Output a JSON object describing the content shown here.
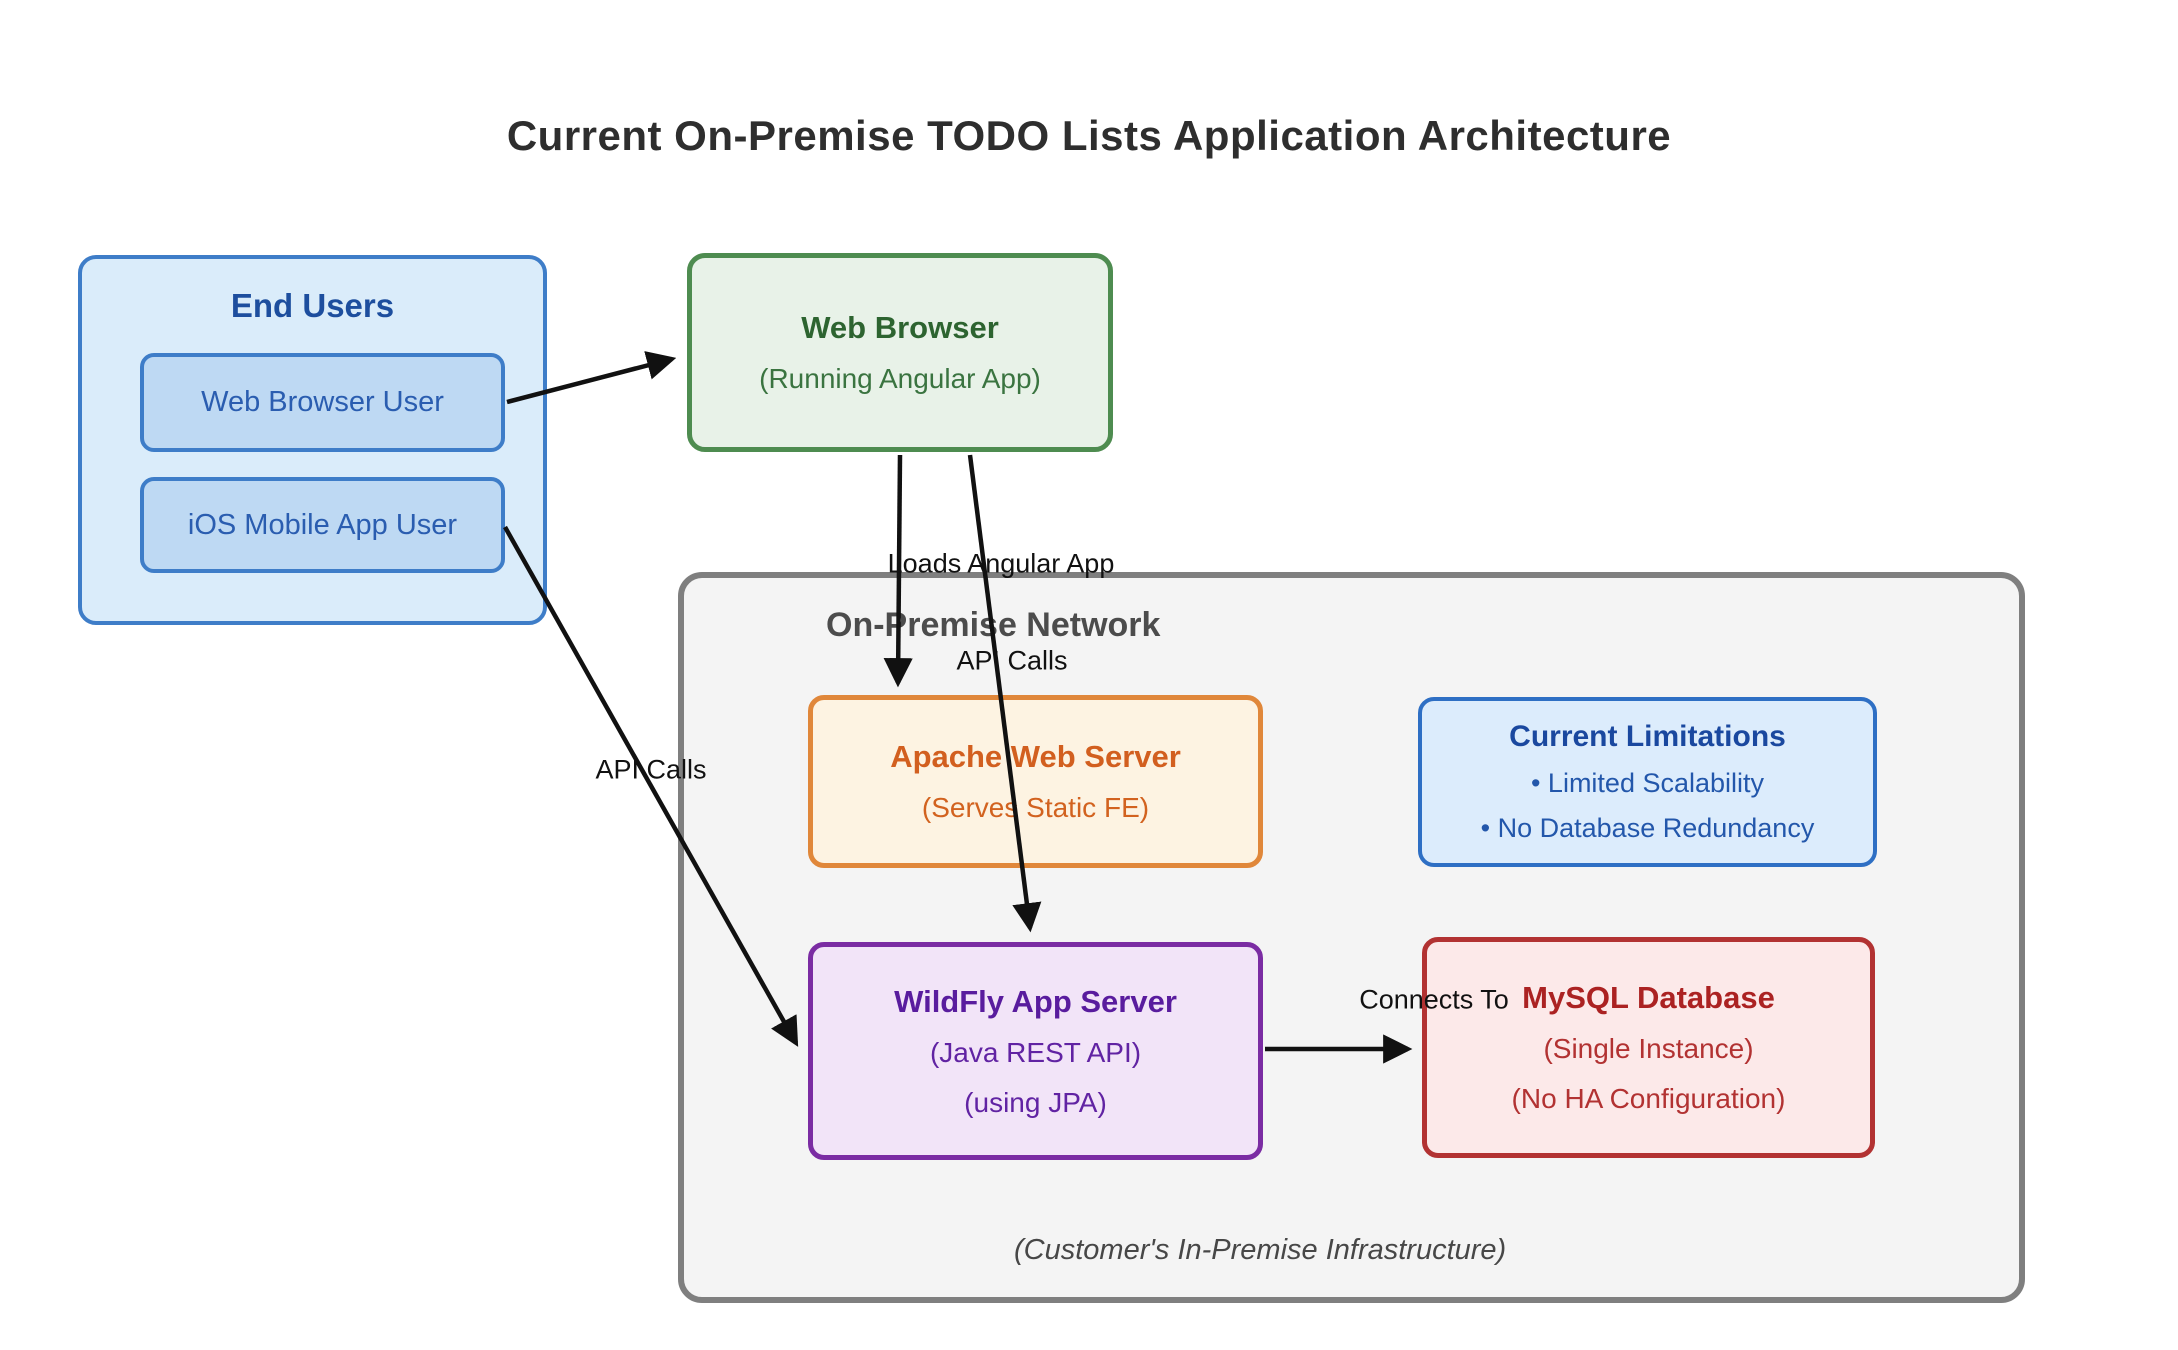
{
  "diagram": {
    "title": "Current On-Premise TODO Lists Application Architecture"
  },
  "groups": {
    "end_users": {
      "label": "End Users",
      "items": [
        {
          "label": "Web Browser User"
        },
        {
          "label": "iOS Mobile App User"
        }
      ]
    },
    "on_premise": {
      "label": "On-Premise Network",
      "footnote": "(Customer's In-Premise Infrastructure)"
    }
  },
  "nodes": {
    "web_browser": {
      "title": "Web Browser",
      "subtitle": "(Running Angular App)"
    },
    "apache": {
      "title": "Apache Web Server",
      "subtitle": "(Serves Static FE)"
    },
    "limitations": {
      "title": "Current Limitations",
      "items": [
        "• Limited Scalability",
        "• No Database Redundancy"
      ]
    },
    "wildfly": {
      "title": "WildFly App Server",
      "subtitle1": "(Java REST API)",
      "subtitle2": "(using JPA)"
    },
    "mysql": {
      "title": "MySQL Database",
      "subtitle1": "(Single Instance)",
      "subtitle2": "(No HA Configuration)"
    }
  },
  "edges": {
    "loads_angular_app": "Loads Angular App",
    "api_calls_browser": "API Calls",
    "api_calls_ios": "API Calls",
    "connects_to": "Connects To"
  },
  "colors": {
    "end_users_fill": "#daecfa",
    "end_users_border": "#3e7dc8",
    "user_node_fill": "#bed9f3",
    "web_browser_fill": "#e8f2e8",
    "web_browser_border": "#4e8c50",
    "on_premise_fill": "#f4f4f4",
    "on_premise_border": "#7f7f7f",
    "apache_fill": "#fdf3e2",
    "apache_border": "#e0873a",
    "limitations_fill": "#dcecfc",
    "limitations_border": "#2e6fc4",
    "wildfly_fill": "#f2e4f8",
    "wildfly_border": "#7b2ca3",
    "mysql_fill": "#fce9e9",
    "mysql_border": "#b23232",
    "arrow": "#111111"
  }
}
